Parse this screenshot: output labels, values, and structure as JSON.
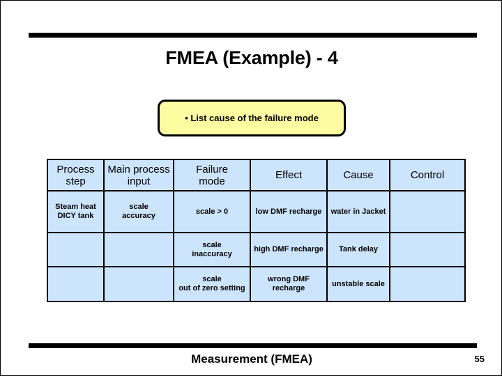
{
  "slide": {
    "title": "FMEA (Example) - 4",
    "callout": "• List cause of the failure mode",
    "footer_title": "Measurement (FMEA)",
    "page_number": "55",
    "colors": {
      "table_cell_fill": "#CCE4FC",
      "callout_fill": "#FCFCA0",
      "rule": "#000000",
      "text": "#000000",
      "background": "#FFFFFF"
    }
  },
  "table": {
    "headers": [
      {
        "line1": "Process",
        "line2": "step"
      },
      {
        "line1": "Main process",
        "line2": "input"
      },
      {
        "line1": "Failure",
        "line2": "mode"
      },
      {
        "line1": "Effect",
        "line2": ""
      },
      {
        "line1": "Cause",
        "line2": ""
      },
      {
        "line1": "Control",
        "line2": ""
      }
    ],
    "rows": [
      {
        "step": {
          "line1": "Steam heat",
          "line2": "DICY tank"
        },
        "input": {
          "line1": "scale",
          "line2": "accuracy"
        },
        "failure": {
          "line1": "scale > 0",
          "line2": ""
        },
        "effect": {
          "line1": "low DMF recharge",
          "line2": ""
        },
        "cause": {
          "line1": "water in Jacket",
          "line2": ""
        },
        "control": {
          "line1": "",
          "line2": ""
        }
      },
      {
        "step": {
          "line1": "",
          "line2": ""
        },
        "input": {
          "line1": "",
          "line2": ""
        },
        "failure": {
          "line1": "scale",
          "line2": "inaccuracy"
        },
        "effect": {
          "line1": "high DMF recharge",
          "line2": ""
        },
        "cause": {
          "line1": "Tank delay",
          "line2": ""
        },
        "control": {
          "line1": "",
          "line2": ""
        }
      },
      {
        "step": {
          "line1": "",
          "line2": ""
        },
        "input": {
          "line1": "",
          "line2": ""
        },
        "failure": {
          "line1": "scale",
          "line2": "out of zero setting"
        },
        "effect": {
          "line1": "wrong  DMF",
          "line2": "recharge"
        },
        "cause": {
          "line1": "unstable scale",
          "line2": ""
        },
        "control": {
          "line1": "",
          "line2": ""
        }
      }
    ]
  }
}
